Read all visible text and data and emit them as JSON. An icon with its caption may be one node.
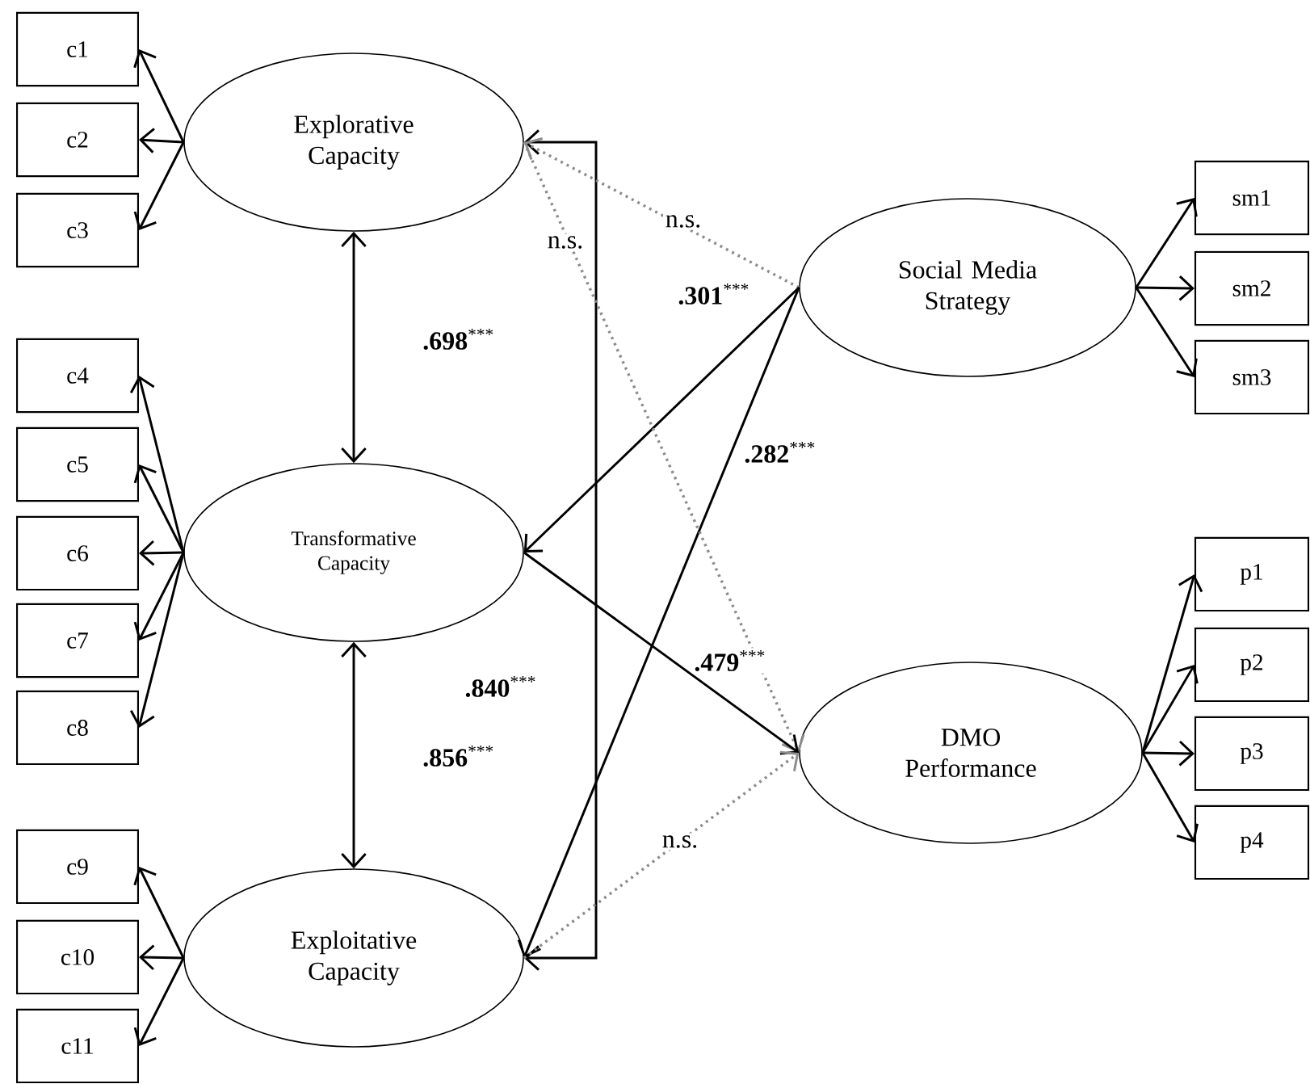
{
  "diagram": {
    "nodes": [
      {
        "text": [
          "c1"
        ]
      },
      {
        "text": [
          "c2"
        ]
      },
      {
        "text": [
          "c3"
        ]
      },
      {
        "text": [
          "Explorative Capacity"
        ]
      },
      {
        "text": [
          "Social Media Strategy"
        ]
      },
      {
        "text": [
          "sm1"
        ]
      },
      {
        "text": [
          "sm2"
        ]
      },
      {
        "text": [
          "sm3"
        ]
      },
      {
        "text": [
          "c4"
        ]
      },
      {
        "text": [
          "c5"
        ]
      },
      {
        "text": [
          "c6"
        ]
      },
      {
        "text": [
          "c7"
        ]
      },
      {
        "text": [
          "c8"
        ]
      },
      {
        "text": [
          "Transformative Capacity"
        ]
      },
      {
        "text": [
          "p1"
        ]
      },
      {
        "text": [
          "p2"
        ]
      },
      {
        "text": [
          "p3"
        ]
      },
      {
        "text": [
          "p4"
        ]
      },
      {
        "text": [
          "DMO Performance"
        ]
      },
      {
        "text": [
          "c9"
        ]
      },
      {
        "text": [
          "c10"
        ]
      },
      {
        "text": [
          "c11"
        ]
      },
      {
        "text": [
          "Exploitative Capacity"
        ]
      }
    ],
    "edges": [
      {
        "from": 3,
        "to": 0,
        "arrow": "to"
      },
      {
        "from": 3,
        "to": 1,
        "arrow": "to"
      },
      {
        "from": 3,
        "to": 2,
        "arrow": "to"
      },
      {
        "from": 13,
        "to": 8,
        "arrow": "to"
      },
      {
        "from": 13,
        "to": 9,
        "arrow": "to"
      },
      {
        "from": 13,
        "to": 10,
        "arrow": "to"
      },
      {
        "from": 13,
        "to": 11,
        "arrow": "to"
      },
      {
        "from": 13,
        "to": 12,
        "arrow": "to"
      },
      {
        "from": 22,
        "to": 19,
        "arrow": "to"
      },
      {
        "from": 22,
        "to": 20,
        "arrow": "to"
      },
      {
        "from": 22,
        "to": 21,
        "arrow": "to"
      },
      {
        "from": 4,
        "to": 5,
        "arrow": "to"
      },
      {
        "from": 4,
        "to": 6,
        "arrow": "to"
      },
      {
        "from": 4,
        "to": 7,
        "arrow": "to"
      },
      {
        "from": 18,
        "to": 14,
        "arrow": "to"
      },
      {
        "from": 18,
        "to": 15,
        "arrow": "to"
      },
      {
        "from": 18,
        "to": 16,
        "arrow": "to"
      },
      {
        "from": 18,
        "to": 17,
        "arrow": "to"
      },
      {
        "from": 3,
        "to": 13,
        "arrow": "both",
        "label": "**.698**$^{***}$"
      },
      {
        "from": 13,
        "to": 22,
        "arrow": "both",
        "label": "**.856**$^{***}$"
      },
      {
        "from": 3,
        "to": 22,
        "arrow": "both",
        "label": "**.840**$^{***}$"
      },
      {
        "from": 4,
        "to": 3,
        "arrow": "to",
        "label": "n.s.",
        "style": "dashed",
        "color": "#8c8c8c"
      },
      {
        "from": 4,
        "to": 13,
        "arrow": "to",
        "label": "**.301**$^{***}$"
      },
      {
        "from": 4,
        "to": 22,
        "arrow": "to",
        "label": "**.282**$^{***}$"
      },
      {
        "from": 3,
        "to": 18,
        "arrow": "to",
        "label": "n.s.",
        "style": "dashed",
        "color": "#8c8c8c"
      },
      {
        "from": 13,
        "to": 18,
        "arrow": "to",
        "label": "**.479**$^{***}$"
      },
      {
        "from": 22,
        "to": 18,
        "arrow": "to",
        "label": "n.s.",
        "style": "dashed",
        "color": "#8c8c8c"
      }
    ]
  }
}
